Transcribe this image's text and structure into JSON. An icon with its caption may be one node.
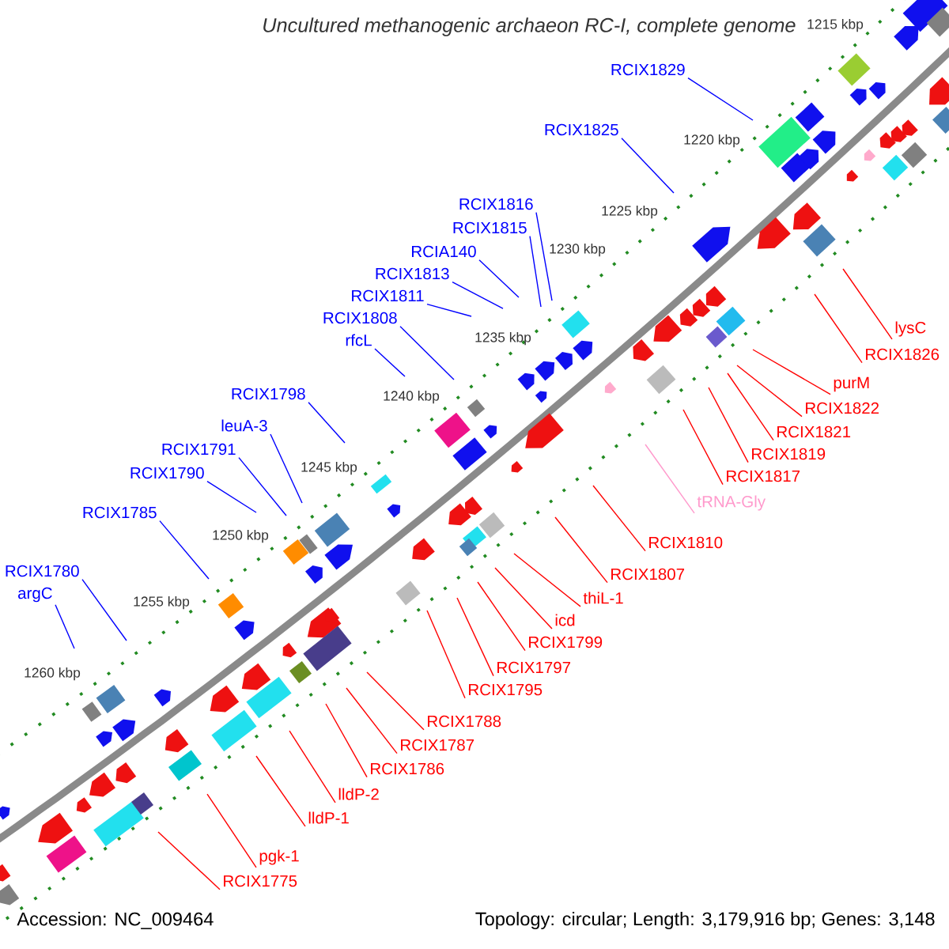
{
  "diagram": {
    "title": "Uncultured methanogenic archaeon RC-I, complete genome",
    "nodes": [
      {
        "text": [
          "RCIX1829"
        ]
      },
      {
        "text": [
          "RCIX1825"
        ]
      },
      {
        "text": [
          "RCIX1816"
        ]
      },
      {
        "text": [
          "RCIX1815"
        ]
      },
      {
        "text": [
          "RCIA140"
        ]
      },
      {
        "text": [
          "RCIX1813"
        ]
      },
      {
        "text": [
          "RCIX1811"
        ]
      },
      {
        "text": [
          "RCIX1808"
        ]
      },
      {
        "text": [
          "rfcL"
        ]
      },
      {
        "text": [
          "RCIX1798"
        ]
      },
      {
        "text": [
          "leuA-3"
        ]
      },
      {
        "text": [
          "RCIX1791"
        ]
      },
      {
        "text": [
          "RCIX1790"
        ]
      },
      {
        "text": [
          "RCIX1785"
        ]
      },
      {
        "text": [
          "RCIX1780"
        ]
      },
      {
        "text": [
          "argC"
        ]
      },
      {
        "text": [
          "lysC"
        ]
      },
      {
        "text": [
          "RCIX1826"
        ]
      },
      {
        "text": [
          "purM"
        ]
      },
      {
        "text": [
          "RCIX1822"
        ]
      },
      {
        "text": [
          "RCIX1821"
        ]
      },
      {
        "text": [
          "RCIX1819"
        ]
      },
      {
        "text": [
          "RCIX1817"
        ]
      },
      {
        "text": [
          "tRNA-Gly"
        ]
      },
      {
        "text": [
          "RCIX1810"
        ]
      },
      {
        "text": [
          "RCIX1807"
        ]
      },
      {
        "text": [
          "thiL-1"
        ]
      },
      {
        "text": [
          "icd"
        ]
      },
      {
        "text": [
          "RCIX1799"
        ]
      },
      {
        "text": [
          "RCIX1797"
        ]
      },
      {
        "text": [
          "RCIX1795"
        ]
      },
      {
        "text": [
          "RCIX1788"
        ]
      },
      {
        "text": [
          "RCIX1787"
        ]
      },
      {
        "text": [
          "RCIX1786"
        ]
      },
      {
        "text": [
          "lldP-2"
        ]
      },
      {
        "text": [
          "lldP-1"
        ]
      },
      {
        "text": [
          "pgk-1"
        ]
      },
      {
        "text": [
          "RCIX1775"
        ]
      }
    ],
    "edges": [
      {
        "from": 0,
        "to": null,
        "arrow": "none",
        "color": "#0000ff"
      },
      {
        "from": 1,
        "to": null,
        "arrow": "none",
        "color": "#0000ff"
      },
      {
        "from": 2,
        "to": null,
        "arrow": "none",
        "color": "#0000ff"
      },
      {
        "from": 3,
        "to": null,
        "arrow": "none",
        "color": "#0000ff"
      },
      {
        "from": 4,
        "to": null,
        "arrow": "none",
        "color": "#0000ff"
      },
      {
        "from": 5,
        "to": null,
        "arrow": "none",
        "color": "#0000ff"
      },
      {
        "from": 6,
        "to": null,
        "arrow": "none",
        "color": "#0000ff"
      },
      {
        "from": 7,
        "to": null,
        "arrow": "none",
        "color": "#0000ff"
      },
      {
        "from": 8,
        "to": null,
        "arrow": "none",
        "color": "#0000ff"
      },
      {
        "from": 9,
        "to": null,
        "arrow": "none",
        "color": "#0000ff"
      },
      {
        "from": 10,
        "to": null,
        "arrow": "none",
        "color": "#0000ff"
      },
      {
        "from": 11,
        "to": null,
        "arrow": "none",
        "color": "#0000ff"
      },
      {
        "from": 12,
        "to": null,
        "arrow": "none",
        "color": "#0000ff"
      },
      {
        "from": 13,
        "to": null,
        "arrow": "none",
        "color": "#0000ff"
      },
      {
        "from": 14,
        "to": null,
        "arrow": "none",
        "color": "#0000ff"
      },
      {
        "from": 15,
        "to": null,
        "arrow": "none",
        "color": "#0000ff"
      },
      {
        "from": 16,
        "to": null,
        "arrow": "none"
      },
      {
        "from": 17,
        "to": null,
        "arrow": "none"
      },
      {
        "from": 18,
        "to": null,
        "arrow": "none"
      },
      {
        "from": 19,
        "to": null,
        "arrow": "none"
      },
      {
        "from": 20,
        "to": null,
        "arrow": "none"
      },
      {
        "from": 21,
        "to": null,
        "arrow": "none"
      },
      {
        "from": 22,
        "to": null,
        "arrow": "none"
      },
      {
        "from": 23,
        "to": null,
        "arrow": "none",
        "color": "#ff99cc"
      },
      {
        "from": 24,
        "to": null,
        "arrow": "none"
      },
      {
        "from": 25,
        "to": null,
        "arrow": "none"
      },
      {
        "from": 26,
        "to": null,
        "arrow": "none"
      },
      {
        "from": 27,
        "to": null,
        "arrow": "none"
      },
      {
        "from": 28,
        "to": null,
        "arrow": "none"
      },
      {
        "from": 29,
        "to": null,
        "arrow": "none"
      },
      {
        "from": 30,
        "to": null,
        "arrow": "none"
      },
      {
        "from": 31,
        "to": null,
        "arrow": "none"
      },
      {
        "from": 32,
        "to": null,
        "arrow": "none"
      },
      {
        "from": 33,
        "to": null,
        "arrow": "none"
      },
      {
        "from": 34,
        "to": null,
        "arrow": "none"
      },
      {
        "from": 35,
        "to": null,
        "arrow": "none"
      },
      {
        "from": 36,
        "to": null,
        "arrow": "none"
      },
      {
        "from": 37,
        "to": null,
        "arrow": "none"
      }
    ],
    "labels": [
      "1215 kbp",
      "1220 kbp",
      "1225 kbp",
      "1230 kbp",
      "1235 kbp",
      "1240 kbp",
      "1245 kbp",
      "1250 kbp",
      "1255 kbp",
      "1260 kbp",
      "Accession: NC_009464",
      "Topology: circular; Length: 3,179,916 bp; Genes: 3,148"
    ]
  }
}
